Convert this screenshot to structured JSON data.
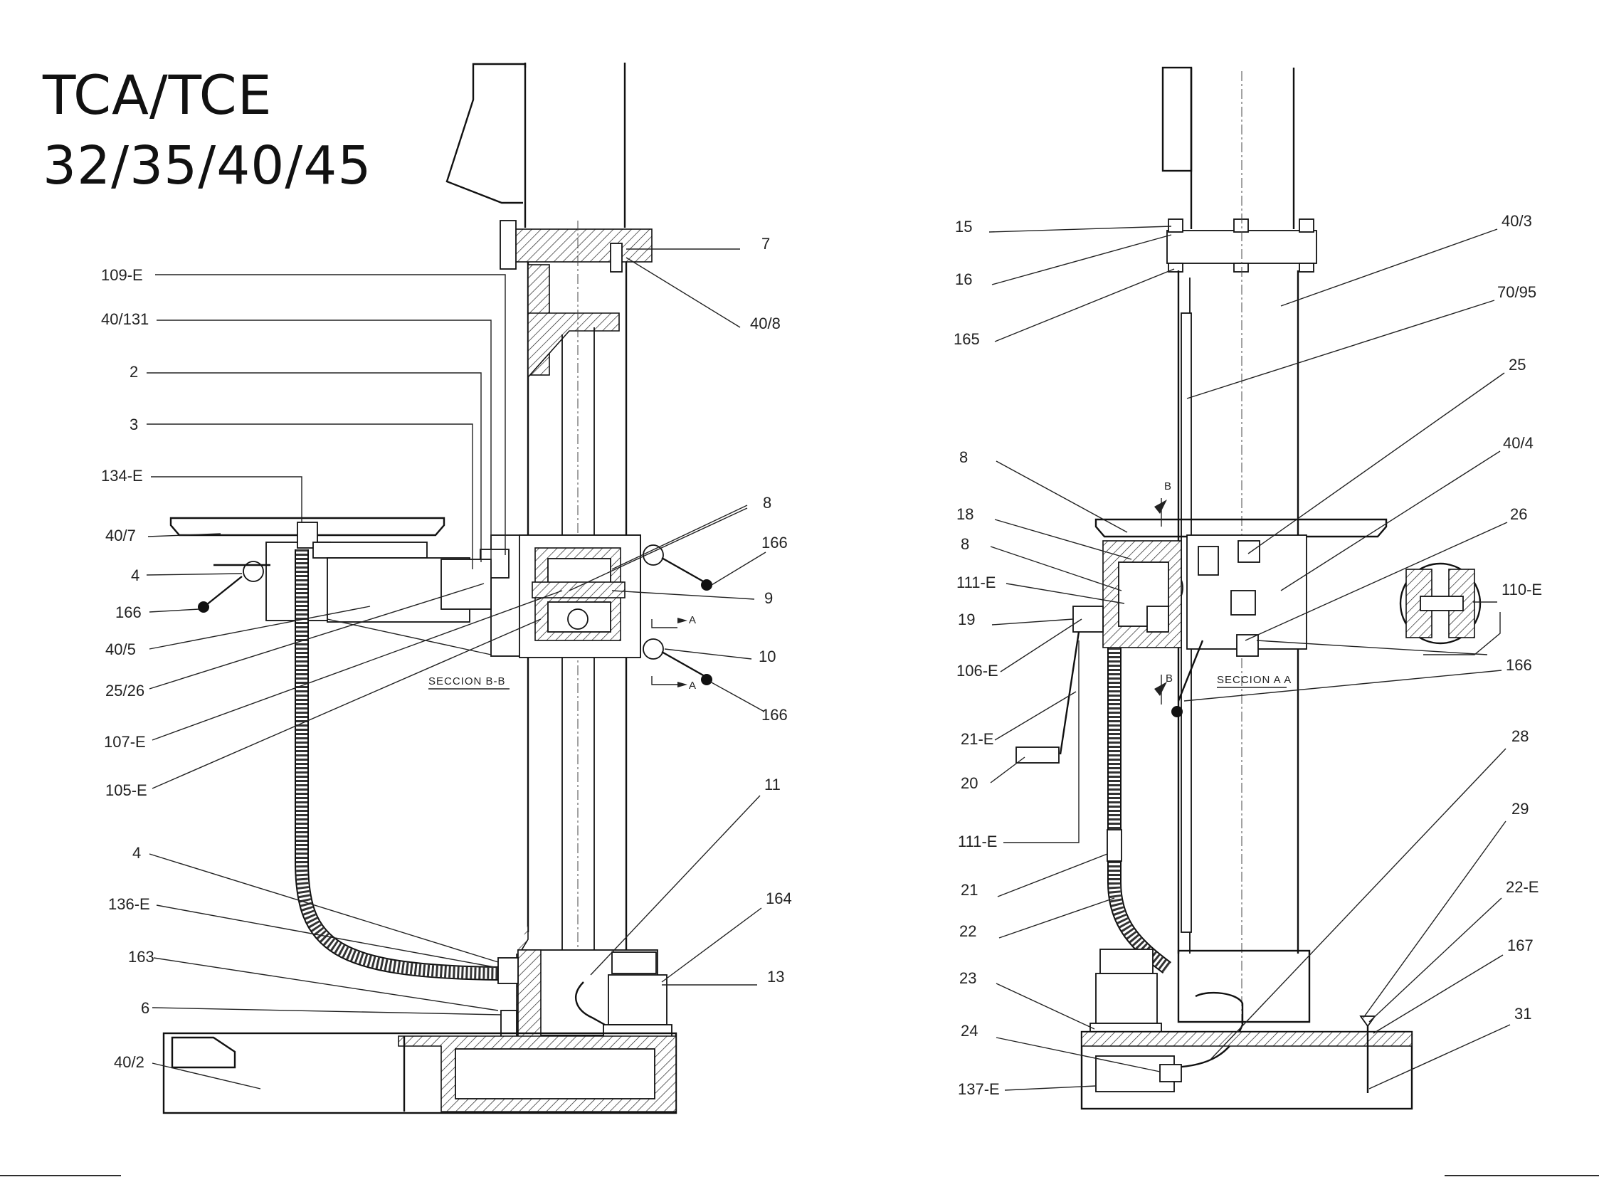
{
  "title": {
    "line1": "TCA/TCE",
    "line2": "32/35/40/45"
  },
  "left_view": {
    "section_label": "SECCION B-B",
    "arrow_label_top": "A",
    "arrow_label_bottom": "A",
    "callouts": {
      "c7": "7",
      "c40_8": "40/8",
      "c109E": "109-E",
      "c40_131": "40/131",
      "c2": "2",
      "c3": "3",
      "c134E": "134-E",
      "c40_7": "40/7",
      "c4a": "4",
      "c166a": "166",
      "c40_5": "40/5",
      "c25_26": "25/26",
      "c107E": "107-E",
      "c105E": "105-E",
      "c8": "8",
      "c166b": "166",
      "c9": "9",
      "c10": "10",
      "c166c": "166",
      "c11": "11",
      "c4b": "4",
      "c136E": "136-E",
      "c163": "163",
      "c6": "6",
      "c40_2": "40/2",
      "c164": "164",
      "c13": "13"
    }
  },
  "right_view": {
    "section_label": "SECCION A A",
    "arrow_label_top": "B",
    "arrow_label_bottom": "B",
    "callouts": {
      "c15": "15",
      "c16": "16",
      "c165": "165",
      "c40_3": "40/3",
      "c70_95": "70/95",
      "c25": "25",
      "c40_4": "40/4",
      "c8a": "8",
      "c18": "18",
      "c8b": "8",
      "c111Ea": "111-E",
      "c19": "19",
      "c106E": "106-E",
      "c26": "26",
      "c110E": "110-E",
      "c166": "166",
      "c21E": "21-E",
      "c20": "20",
      "c111Eb": "111-E",
      "c21": "21",
      "c22": "22",
      "c28": "28",
      "c29": "29",
      "c22E": "22-E",
      "c167": "167",
      "c23": "23",
      "c24": "24",
      "c31": "31",
      "c137E": "137-E"
    }
  }
}
